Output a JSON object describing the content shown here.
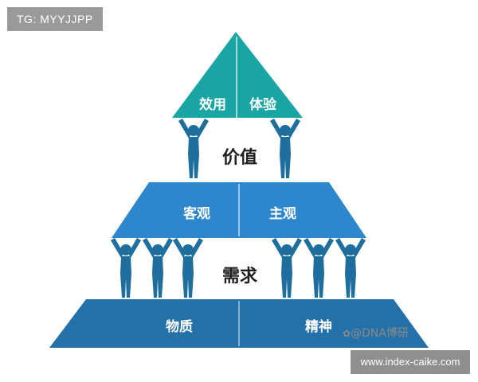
{
  "colors": {
    "top_tier": "#1aa5a5",
    "middle_tier": "#2e86cc",
    "bottom_tier": "#2470a8",
    "figure": "#1e6f9e",
    "separator": "#ffffff",
    "connector_text": "#1f1f1f"
  },
  "top_tier": {
    "left_label": "效用",
    "right_label": "体验"
  },
  "connector_upper": "价值",
  "middle_tier": {
    "left_label": "客观",
    "right_label": "主观"
  },
  "connector_lower": "需求",
  "bottom_tier": {
    "left_label": "物质",
    "right_label": "精神"
  },
  "overlay_tag": "TG: MYYJJPP",
  "watermark": "@DNA博研",
  "watermark_icon": "paw-icon",
  "url_box": "www.index-caike.com",
  "figures": {
    "upper_count": 2,
    "lower_count": 6,
    "icon": "person-arms-raised-icon"
  }
}
